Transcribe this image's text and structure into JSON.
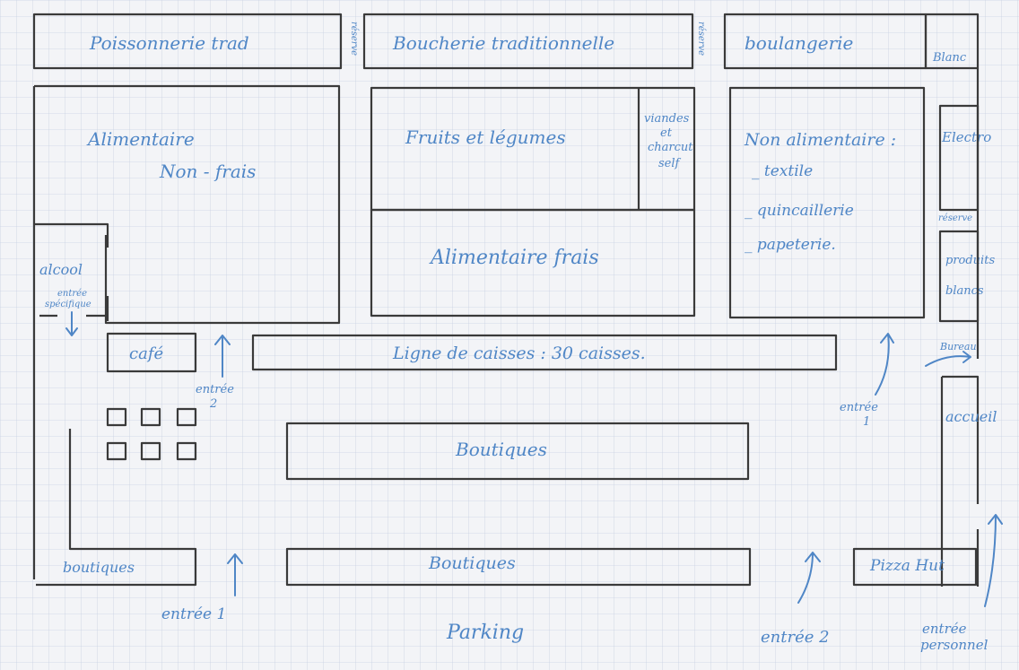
{
  "rooms": {
    "poissonnerie": "Poissonnerie trad",
    "reserve_1": "réserve",
    "boucherie": "Boucherie traditionnelle",
    "reserve_2": "réserve",
    "boulangerie": "boulangerie",
    "blanc": "Blanc",
    "alimentaire_1": "Alimentaire",
    "alimentaire_2": "Non - frais",
    "fruits": "Fruits et légumes",
    "viandes_1": "viandes",
    "viandes_2": "et",
    "viandes_3": "charcut",
    "viandes_4": "self",
    "non_alim_title": "Non alimentaire :",
    "non_alim_1": "_ textile",
    "non_alim_2": "_ quincaillerie",
    "non_alim_3": "_ papeterie.",
    "electro": "Electro",
    "reserve_3": "réserve",
    "alim_frais": "Alimentaire frais",
    "alcool": "alcool",
    "entree_speciale_1": "entrée",
    "entree_speciale_2": "spécifique",
    "produits_blancs_1": "produits",
    "produits_blancs_2": "blancs",
    "cafe": "café",
    "caisses": "Ligne de caisses : 30 caisses.",
    "bureau": "Bureau",
    "accueil": "accueil",
    "boutiques_center": "Boutiques",
    "boutiques_left": "boutiques",
    "boutiques_bottom": "Boutiques",
    "pizza": "Pizza Hut",
    "parking": "Parking"
  },
  "entrances": {
    "entree_inner_2a": "entrée",
    "entree_inner_2b": "2",
    "entree_inner_1a": "entrée",
    "entree_inner_1b": "1",
    "entree_1": "entrée 1",
    "entree_2": "entrée 2",
    "entree_perso_1": "entrée",
    "entree_perso_2": "personnel"
  },
  "colors": {
    "ink": "#4f86c6",
    "pencil": "#3a3a3a",
    "paper": "#f3f4f7",
    "grid": "#c9d2e3"
  },
  "icons": {
    "arrow": "hand-drawn-arrow",
    "table": "square-table"
  }
}
